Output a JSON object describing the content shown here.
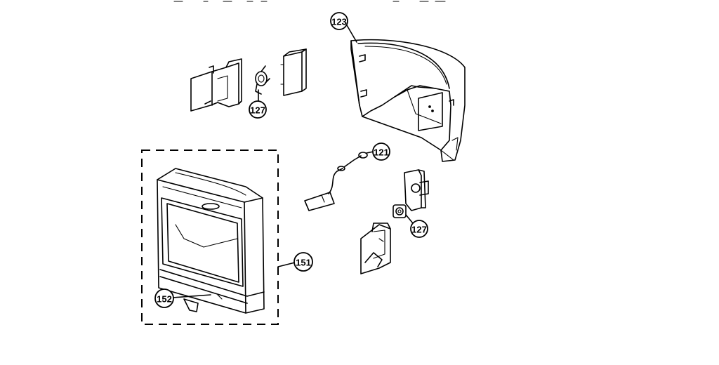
{
  "callouts": {
    "c123": "123",
    "c127_top": "127",
    "c121": "121",
    "c127_right": "127",
    "c151": "151",
    "c152": "152"
  },
  "colors": {
    "line": "#000000",
    "background": "#ffffff"
  }
}
